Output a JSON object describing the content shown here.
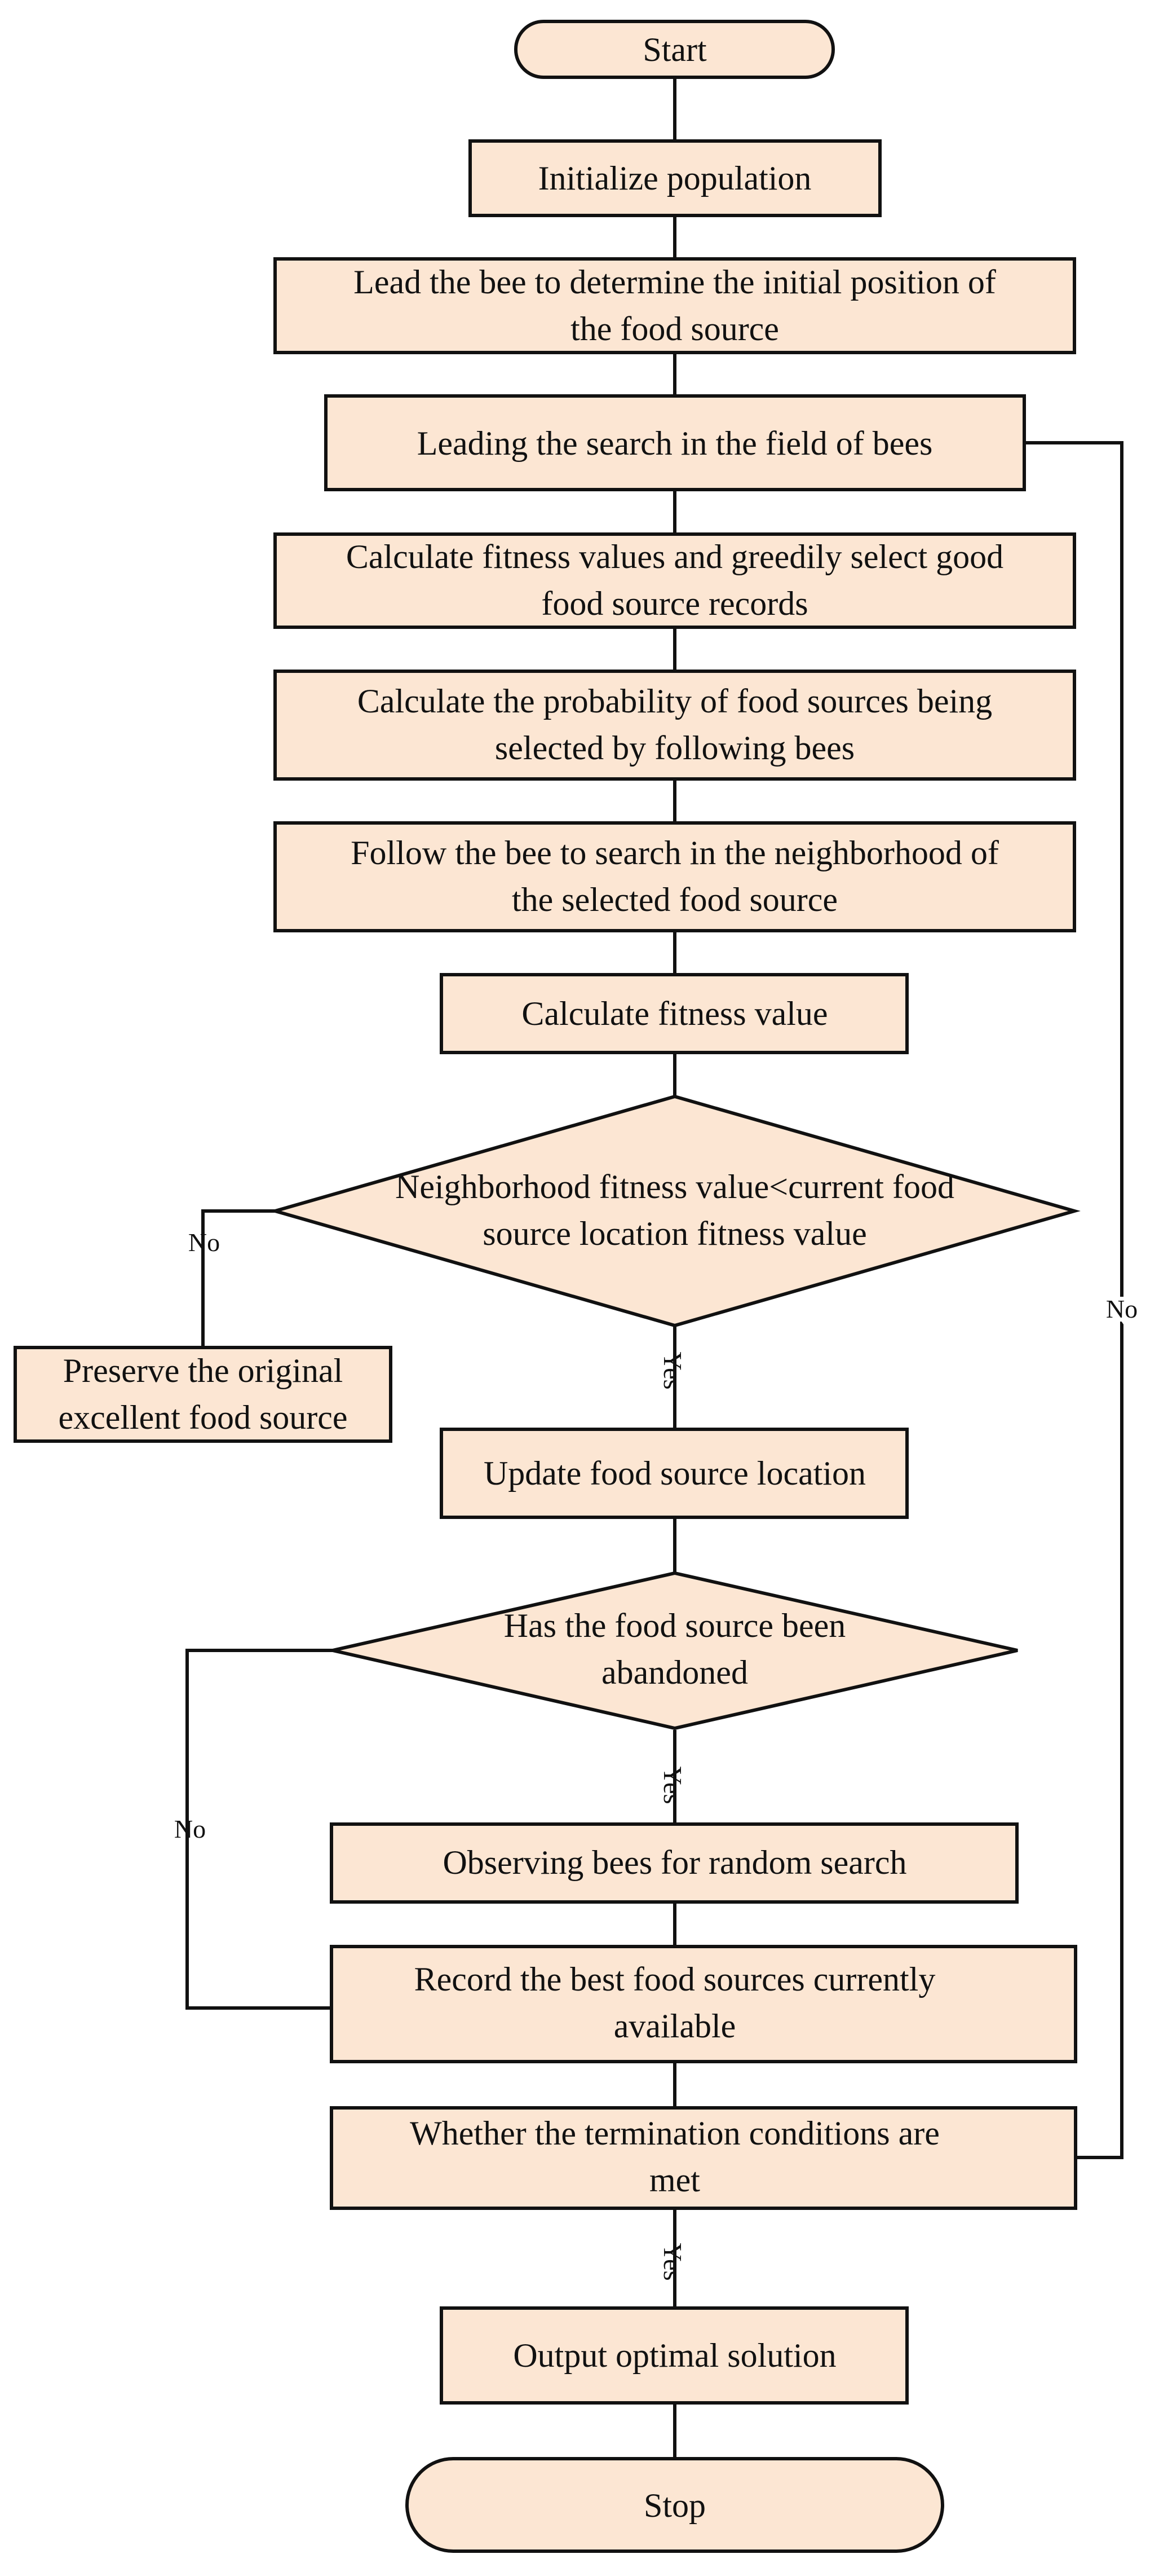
{
  "colors": {
    "box_fill": "#fce6d3",
    "stroke": "#111111",
    "background": "#ffffff"
  },
  "nodes": {
    "start": "Start",
    "init_population": "Initialize population",
    "lead_bee_l1": "Lead the bee to determine the initial position of",
    "lead_bee_l2": "the food source",
    "leading_search": "Leading the search in the field of bees",
    "calc_fitness_select_l1": "Calculate fitness values and greedily select good",
    "calc_fitness_select_l2": "food source records",
    "calc_probability_l1": "Calculate the probability of food sources being",
    "calc_probability_l2": "selected by following bees",
    "follow_bee_l1": "Follow the bee to search in the neighborhood of",
    "follow_bee_l2": "the selected food source",
    "calc_fitness_value": "Calculate fitness value",
    "decision_neighborhood_l1": "Neighborhood fitness value<current food",
    "decision_neighborhood_l2": "source location fitness value",
    "preserve_l1": "Preserve the original",
    "preserve_l2": "excellent food source",
    "update_location": "Update food source location",
    "decision_abandoned_l1": "Has the food source been",
    "decision_abandoned_l2": "abandoned",
    "observing_bees": "Observing bees for random search",
    "record_best_l1": "Record the best food sources currently",
    "record_best_l2": "available",
    "termination_l1": "Whether the termination conditions are",
    "termination_l2": "met",
    "output_solution": "Output optimal solution",
    "stop": "Stop"
  },
  "edge_labels": {
    "no_preserve": "No",
    "yes_update": "Yes",
    "no_abandoned": "No",
    "yes_observing": "Yes",
    "no_loop": "No",
    "yes_output": "Yes"
  }
}
